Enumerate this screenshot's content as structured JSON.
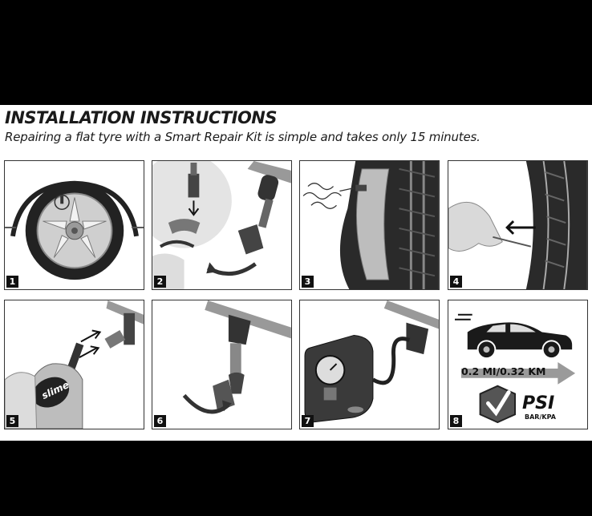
{
  "header": {
    "title": "INSTALLATION INSTRUCTIONS",
    "subtitle": "Repairing a flat tyre with a Smart Repair Kit is simple and takes only 15 minutes."
  },
  "steps": [
    {
      "number": "1"
    },
    {
      "number": "2"
    },
    {
      "number": "3"
    },
    {
      "number": "4"
    },
    {
      "number": "5",
      "bottle_label": "slime"
    },
    {
      "number": "6"
    },
    {
      "number": "7"
    },
    {
      "number": "8",
      "distance": "0.2 MI/0.32 KM",
      "pressure": "PSI",
      "pressure_units": "BAR/KPA"
    }
  ]
}
